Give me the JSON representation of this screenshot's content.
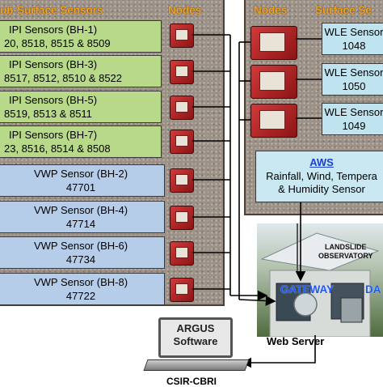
{
  "left_panel": {
    "title_sensors": "ub-Surface Sensors",
    "title_nodes": "Nodes",
    "ipi": [
      {
        "name": "IPI Sensors (BH-1)",
        "ids": "20, 8518, 8515 & 8509"
      },
      {
        "name": "IPI Sensors (BH-3)",
        "ids": "8517, 8512, 8510 & 8522"
      },
      {
        "name": "IPI Sensors (BH-5)",
        "ids": "8519, 8513 & 8511"
      },
      {
        "name": "IPI Sensors (BH-7)",
        "ids": "23, 8516, 8514 & 8508"
      }
    ],
    "vwp": [
      {
        "name": "VWP Sensor (BH-2)",
        "id": "47701"
      },
      {
        "name": "VWP Sensor (BH-4)",
        "id": "47714"
      },
      {
        "name": "VWP Sensor (BH-6)",
        "id": "47734"
      },
      {
        "name": "VWP Sensor (BH-8)",
        "id": "47722"
      }
    ]
  },
  "right_panel": {
    "title_nodes": "Nodes",
    "title_sensors": "Surface Se",
    "wle": [
      {
        "name": "WLE Sensor",
        "id": "1048"
      },
      {
        "name": "WLE Sensor",
        "id": "1050"
      },
      {
        "name": "WLE Sensor",
        "id": "1049"
      }
    ],
    "aws": {
      "title": "AWS",
      "line1": "Rainfall, Wind, Tempera",
      "line2": "& Humidity Sensor"
    }
  },
  "observatory": {
    "sign": "LANDSLIDE\nOBSERVATORY",
    "gateway": "GATEWAY",
    "da": "DA"
  },
  "computer": {
    "line1": "ARGUS",
    "line2": "Software",
    "caption": "CSIR-CBRI"
  },
  "web_server": "Web Server",
  "colors": {
    "title": "#f6a21c",
    "ipi": "#b8d98a",
    "vwp": "#b6cdea",
    "wle": "#bfe4ef",
    "link_blue": "#1b57ff"
  }
}
